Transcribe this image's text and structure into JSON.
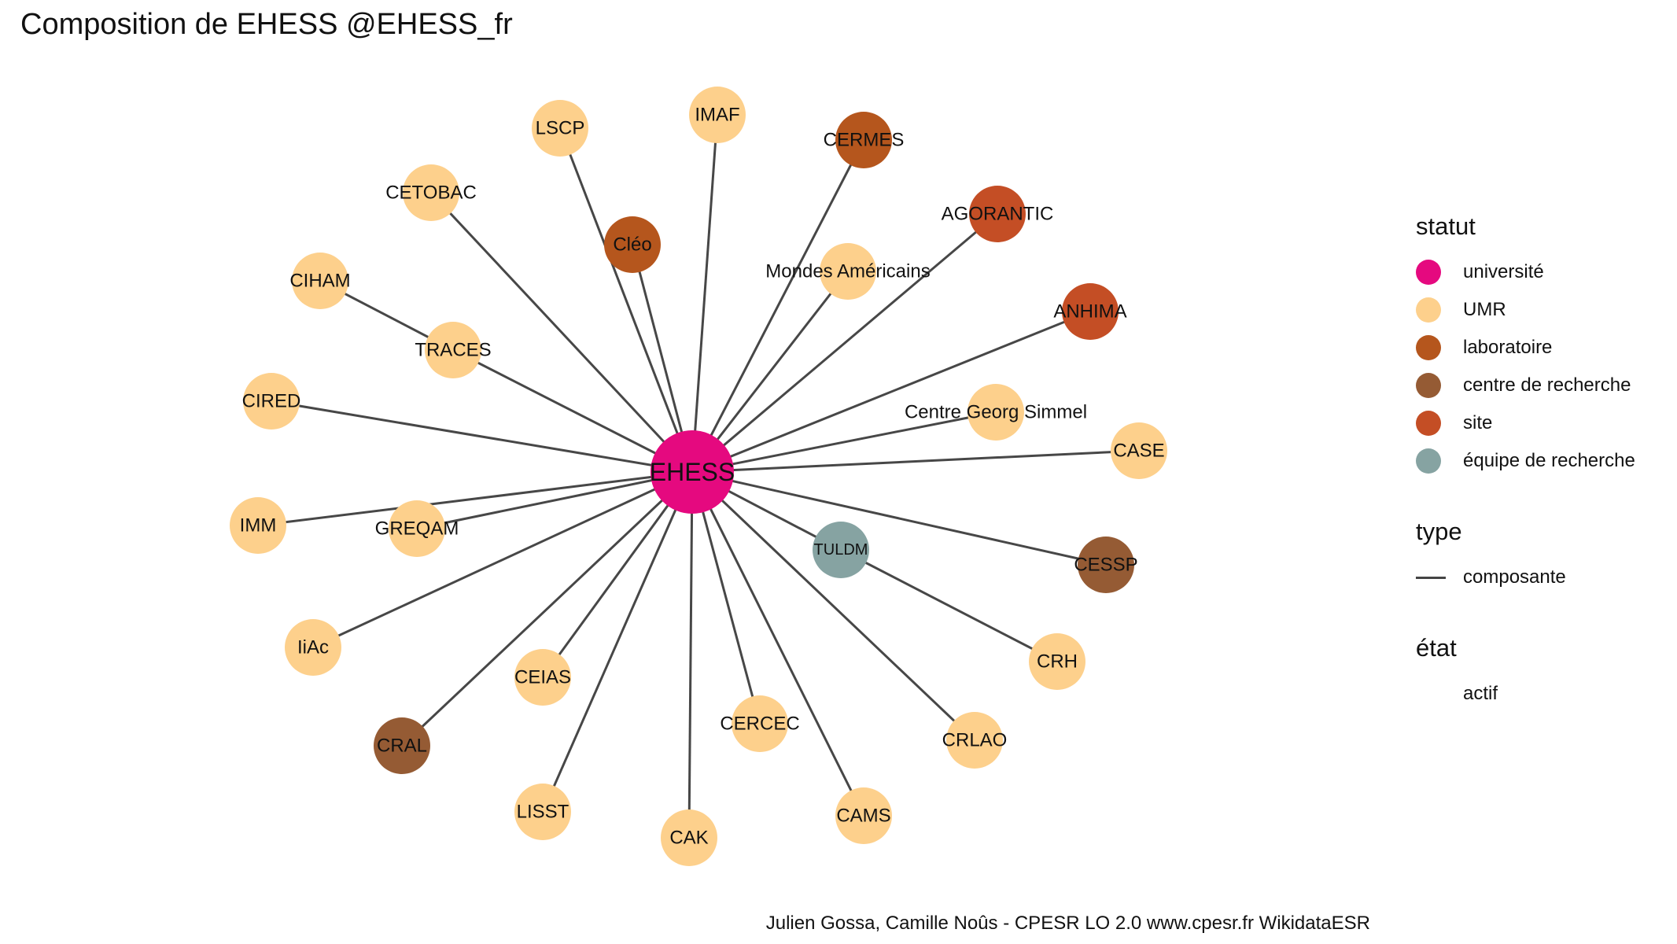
{
  "title": "Composition de EHESS @EHESS_fr",
  "caption": "Julien Gossa, Camille Noûs - CPESR LO 2.0 www.cpesr.fr WikidataESR",
  "colors": {
    "université": "#e5097f",
    "UMR": "#fdd08c",
    "laboratoire": "#b5561d",
    "centre de recherche": "#955b34",
    "site": "#c44e25",
    "équipe de recherche": "#86a3a2",
    "edge": "#474747"
  },
  "legend": {
    "statut": {
      "title": "statut",
      "items": [
        {
          "label": "université",
          "color": "#e5097f"
        },
        {
          "label": "UMR",
          "color": "#fdd08c"
        },
        {
          "label": "laboratoire",
          "color": "#b5561d"
        },
        {
          "label": "centre de recherche",
          "color": "#955b34"
        },
        {
          "label": "site",
          "color": "#c44e25"
        },
        {
          "label": "équipe de recherche",
          "color": "#86a3a2"
        }
      ]
    },
    "type": {
      "title": "type",
      "items": [
        {
          "label": "composante"
        }
      ]
    },
    "etat": {
      "title": "état",
      "items": [
        {
          "label": "actif"
        }
      ]
    }
  },
  "nodes": [
    {
      "id": "EHESS",
      "label": "EHESS",
      "statut": "université"
    },
    {
      "id": "LSCP",
      "label": "LSCP",
      "statut": "UMR"
    },
    {
      "id": "IMAF",
      "label": "IMAF",
      "statut": "UMR"
    },
    {
      "id": "CERMES",
      "label": "CERMES",
      "statut": "laboratoire"
    },
    {
      "id": "CETOBAC",
      "label": "CETOBAC",
      "statut": "UMR"
    },
    {
      "id": "Cleo",
      "label": "Cléo",
      "statut": "laboratoire"
    },
    {
      "id": "AGORANTIC",
      "label": "AGORANTIC",
      "statut": "site"
    },
    {
      "id": "CIHAM",
      "label": "CIHAM",
      "statut": "UMR"
    },
    {
      "id": "MondesAm",
      "label": "Mondes Américains",
      "statut": "UMR"
    },
    {
      "id": "ANHIMA",
      "label": "ANHIMA",
      "statut": "site"
    },
    {
      "id": "TRACES",
      "label": "TRACES",
      "statut": "UMR"
    },
    {
      "id": "CIRED",
      "label": "CIRED",
      "statut": "UMR"
    },
    {
      "id": "Simmel",
      "label": "Centre Georg Simmel",
      "statut": "UMR"
    },
    {
      "id": "CASE",
      "label": "CASE",
      "statut": "UMR"
    },
    {
      "id": "IMM",
      "label": "IMM",
      "statut": "UMR"
    },
    {
      "id": "GREQAM",
      "label": "GREQAM",
      "statut": "UMR"
    },
    {
      "id": "TULDM",
      "label": "TULDM",
      "statut": "équipe de recherche"
    },
    {
      "id": "CESSP",
      "label": "CESSP",
      "statut": "centre de recherche"
    },
    {
      "id": "IiAc",
      "label": "IiAc",
      "statut": "UMR"
    },
    {
      "id": "CRH",
      "label": "CRH",
      "statut": "UMR"
    },
    {
      "id": "CEIAS",
      "label": "CEIAS",
      "statut": "UMR"
    },
    {
      "id": "CERCEC",
      "label": "CERCEC",
      "statut": "UMR"
    },
    {
      "id": "CRAL",
      "label": "CRAL",
      "statut": "centre de recherche"
    },
    {
      "id": "CRLAO",
      "label": "CRLAO",
      "statut": "UMR"
    },
    {
      "id": "LISST",
      "label": "LISST",
      "statut": "UMR"
    },
    {
      "id": "CAK",
      "label": "CAK",
      "statut": "UMR"
    },
    {
      "id": "CAMS",
      "label": "CAMS",
      "statut": "UMR"
    }
  ],
  "edges": [
    {
      "from": "EHESS",
      "to": "LSCP",
      "type": "composante"
    },
    {
      "from": "EHESS",
      "to": "IMAF",
      "type": "composante"
    },
    {
      "from": "EHESS",
      "to": "CERMES",
      "type": "composante"
    },
    {
      "from": "EHESS",
      "to": "CETOBAC",
      "type": "composante"
    },
    {
      "from": "EHESS",
      "to": "Cleo",
      "type": "composante"
    },
    {
      "from": "EHESS",
      "to": "AGORANTIC",
      "type": "composante"
    },
    {
      "from": "EHESS",
      "to": "MondesAm",
      "type": "composante"
    },
    {
      "from": "EHESS",
      "to": "ANHIMA",
      "type": "composante"
    },
    {
      "from": "EHESS",
      "to": "TRACES",
      "type": "composante"
    },
    {
      "from": "TRACES",
      "to": "CIHAM",
      "type": "composante"
    },
    {
      "from": "EHESS",
      "to": "CIRED",
      "type": "composante"
    },
    {
      "from": "EHESS",
      "to": "Simmel",
      "type": "composante"
    },
    {
      "from": "EHESS",
      "to": "CASE",
      "type": "composante"
    },
    {
      "from": "EHESS",
      "to": "IMM",
      "type": "composante"
    },
    {
      "from": "EHESS",
      "to": "GREQAM",
      "type": "composante"
    },
    {
      "from": "EHESS",
      "to": "TULDM",
      "type": "composante"
    },
    {
      "from": "TULDM",
      "to": "CRH",
      "type": "composante"
    },
    {
      "from": "EHESS",
      "to": "CESSP",
      "type": "composante"
    },
    {
      "from": "EHESS",
      "to": "IiAc",
      "type": "composante"
    },
    {
      "from": "EHESS",
      "to": "CEIAS",
      "type": "composante"
    },
    {
      "from": "EHESS",
      "to": "CERCEC",
      "type": "composante"
    },
    {
      "from": "EHESS",
      "to": "CRAL",
      "type": "composante"
    },
    {
      "from": "EHESS",
      "to": "CRLAO",
      "type": "composante"
    },
    {
      "from": "EHESS",
      "to": "LISST",
      "type": "composante"
    },
    {
      "from": "EHESS",
      "to": "CAK",
      "type": "composante"
    },
    {
      "from": "EHESS",
      "to": "CAMS",
      "type": "composante"
    }
  ]
}
